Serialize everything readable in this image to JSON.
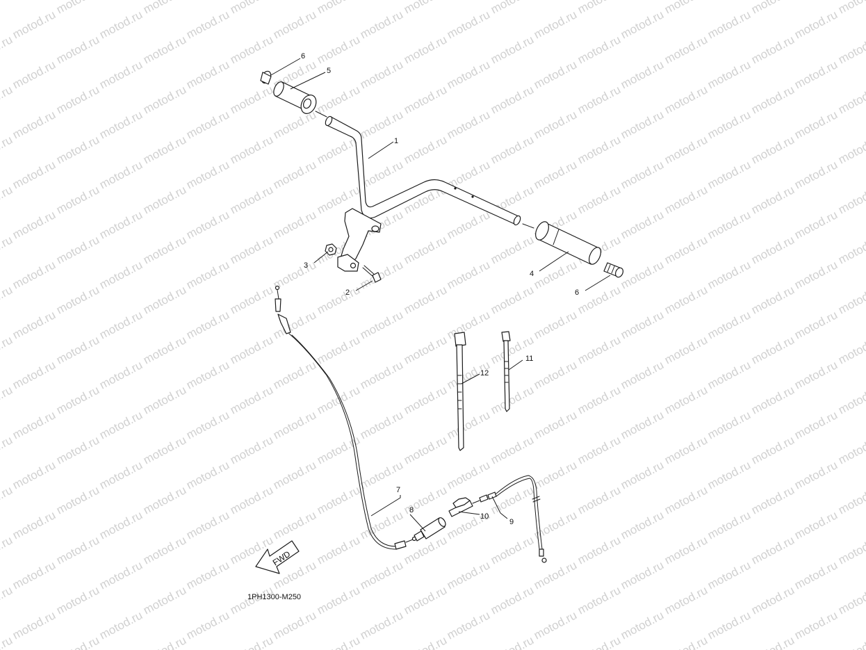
{
  "watermark": "motod.ru",
  "diagram_code": "1PH1300-M250",
  "direction_label": "FWD",
  "callouts": [
    {
      "id": "c1",
      "text": "1"
    },
    {
      "id": "c2",
      "text": "2"
    },
    {
      "id": "c3",
      "text": "3"
    },
    {
      "id": "c4",
      "text": "4"
    },
    {
      "id": "c5",
      "text": "5"
    },
    {
      "id": "c6a",
      "text": "6"
    },
    {
      "id": "c6b",
      "text": "6"
    },
    {
      "id": "c7",
      "text": "7"
    },
    {
      "id": "c8",
      "text": "8"
    },
    {
      "id": "c9",
      "text": "9"
    },
    {
      "id": "c10",
      "text": "10"
    },
    {
      "id": "c11",
      "text": "11"
    },
    {
      "id": "c12",
      "text": "12"
    }
  ]
}
